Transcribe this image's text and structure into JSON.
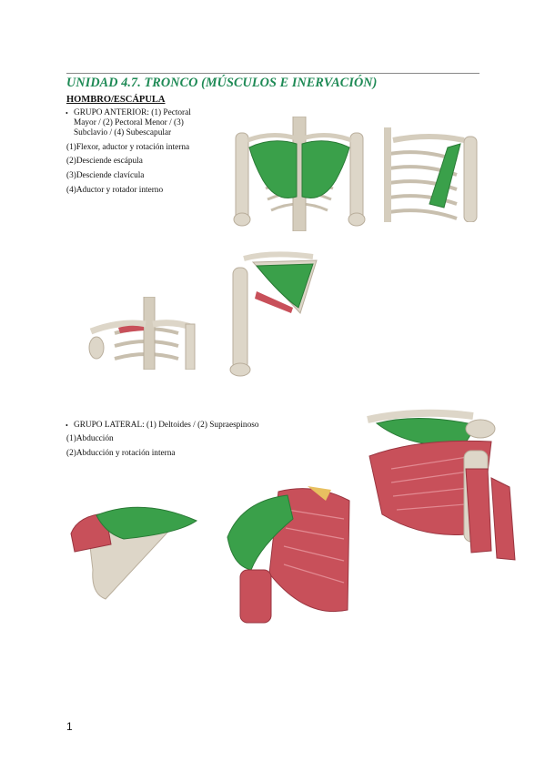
{
  "document": {
    "title": "UNIDAD 4.7. TRONCO (MÚSCULOS E INERVACIÓN)",
    "section": "HOMBRO/ESCÁPULA",
    "page_number": "1"
  },
  "anterior": {
    "heading": "GRUPO ANTERIOR: (1) Pectoral Mayor / (2) Pectoral Menor / (3) Subclavio / (4) Subescapular",
    "actions": [
      "(1)Flexor, aductor y rotación interna",
      "(2)Desciende escápula",
      "(3)Desciende clavícula",
      "(4)Aductor y rotador interno"
    ]
  },
  "lateral": {
    "heading": "GRUPO LATERAL: (1) Deltoides / (2) Supraespinoso",
    "actions": [
      "(1)Abducción",
      "(2)Abducción y rotación interna"
    ]
  },
  "colors": {
    "title_green": "#1e8a55",
    "muscle_green": "#3aa04a",
    "muscle_red": "#c8505a",
    "bone": "#ddd6c8"
  },
  "figures": [
    "pectoral-major-figure-icon",
    "pectoral-minor-figure-icon",
    "subclavius-figure-icon",
    "subscapularis-figure-icon",
    "supraspinatus-figure-icon",
    "deltoid-figure-icon",
    "deltoid-lateral-figure-icon",
    "shoulder-posterior-figure-icon"
  ]
}
